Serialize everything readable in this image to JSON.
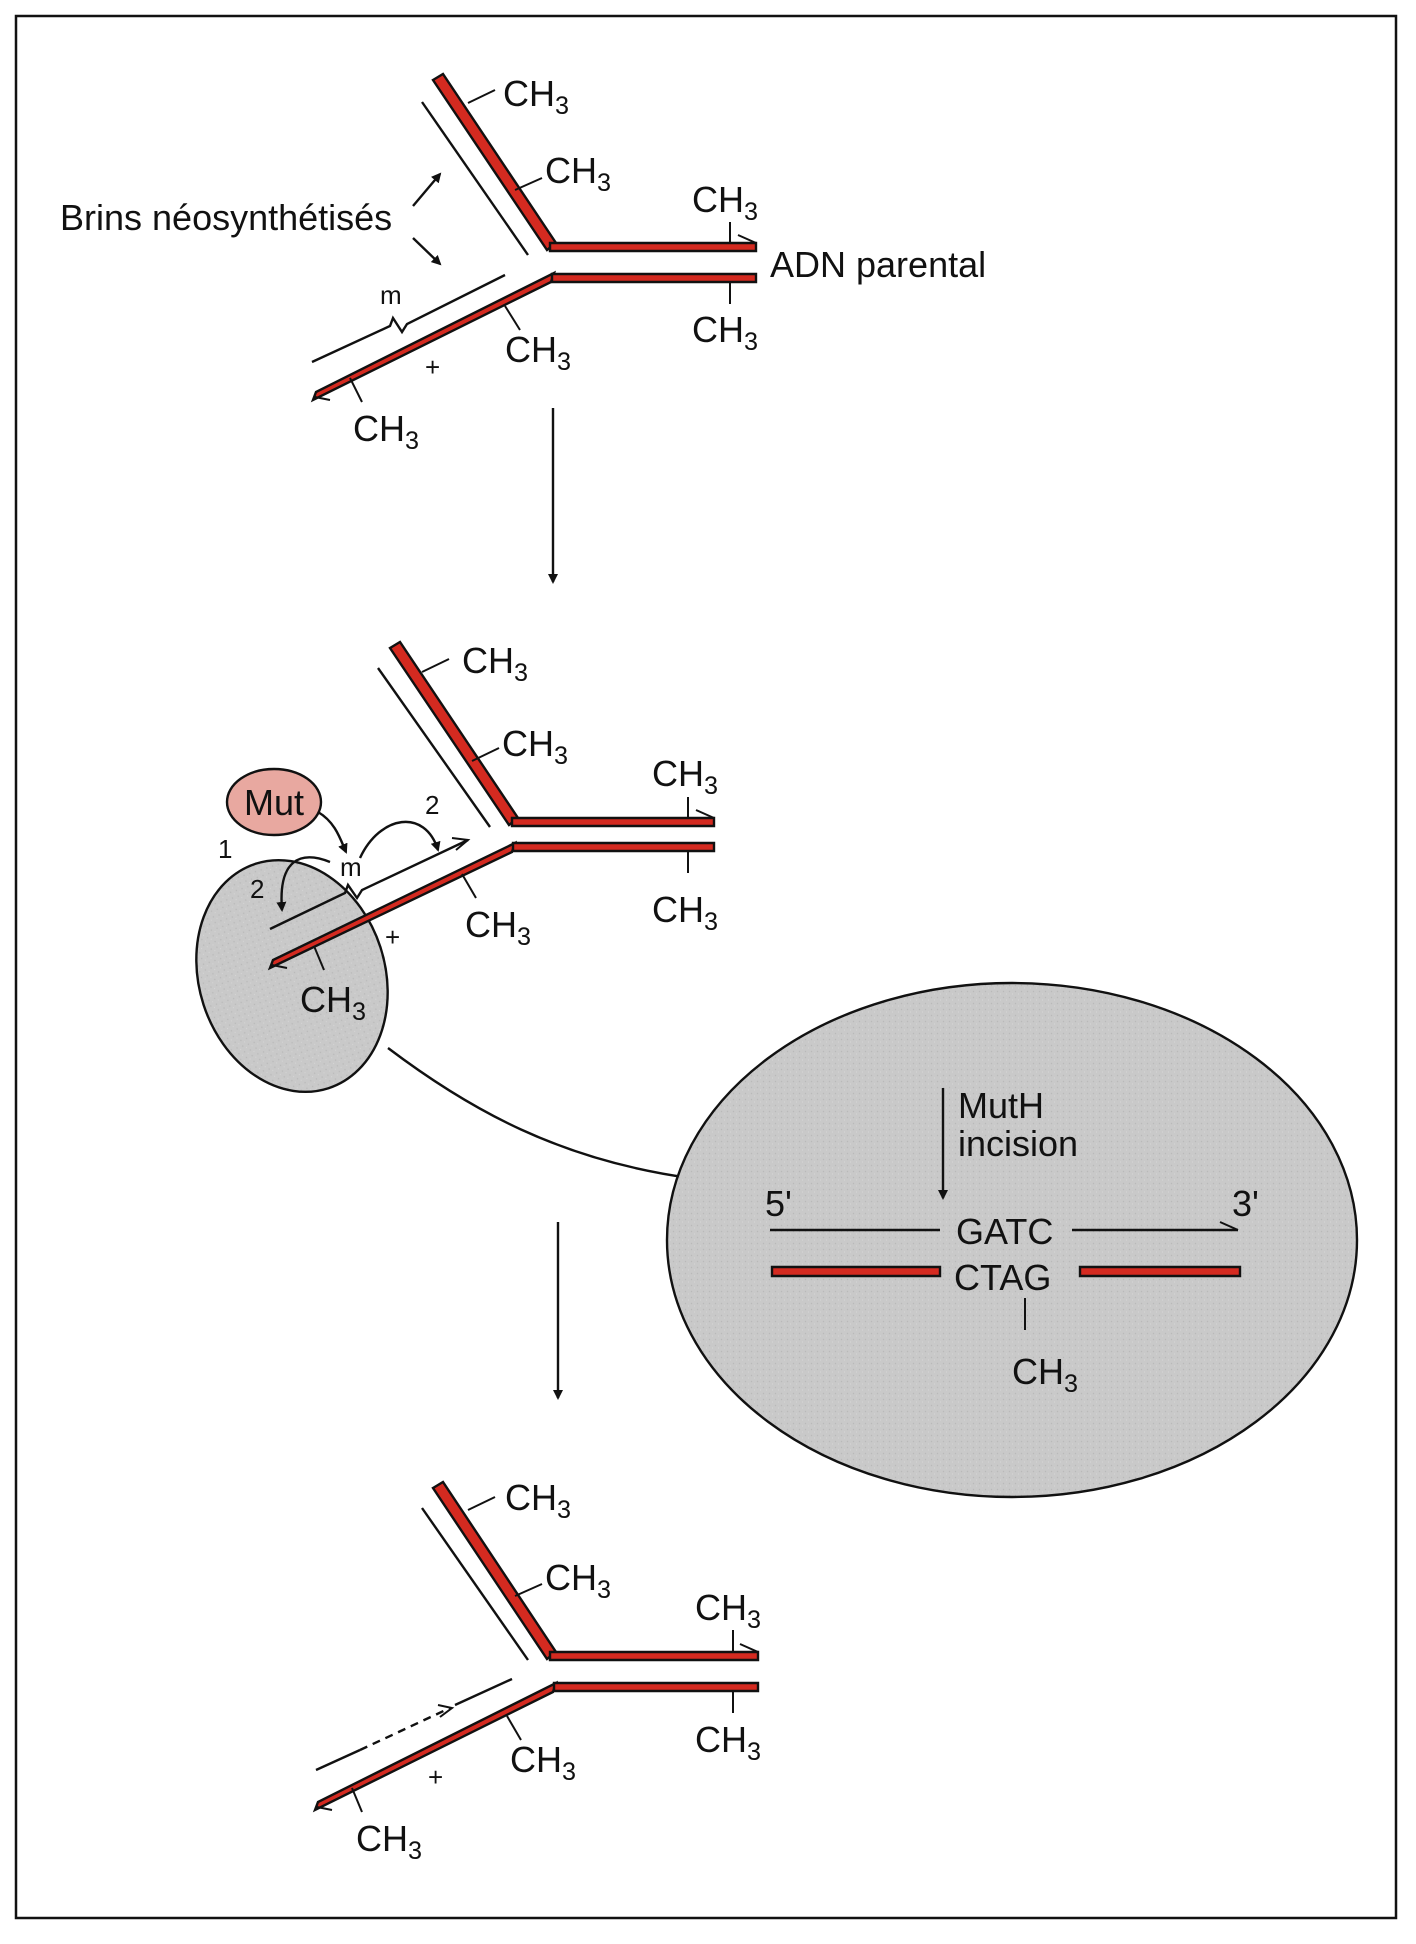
{
  "labels": {
    "ch3_base": "CH",
    "ch3_sub": "3",
    "brins": "Brins néosynthétisés",
    "adn_parental": "ADN parental",
    "m": "m",
    "plus": "+",
    "mut": "Mut",
    "num1": "1",
    "num2": "2",
    "muth_line1": "MutH",
    "muth_line2": "incision",
    "five_prime": "5'",
    "three_prime": "3'",
    "gatc": "GATC",
    "ctag": "CTAG"
  },
  "colors": {
    "parental_strand": "#d42a20",
    "mut_fill": "#e8a8a0",
    "zoom_fill": "#c9c9c9"
  }
}
